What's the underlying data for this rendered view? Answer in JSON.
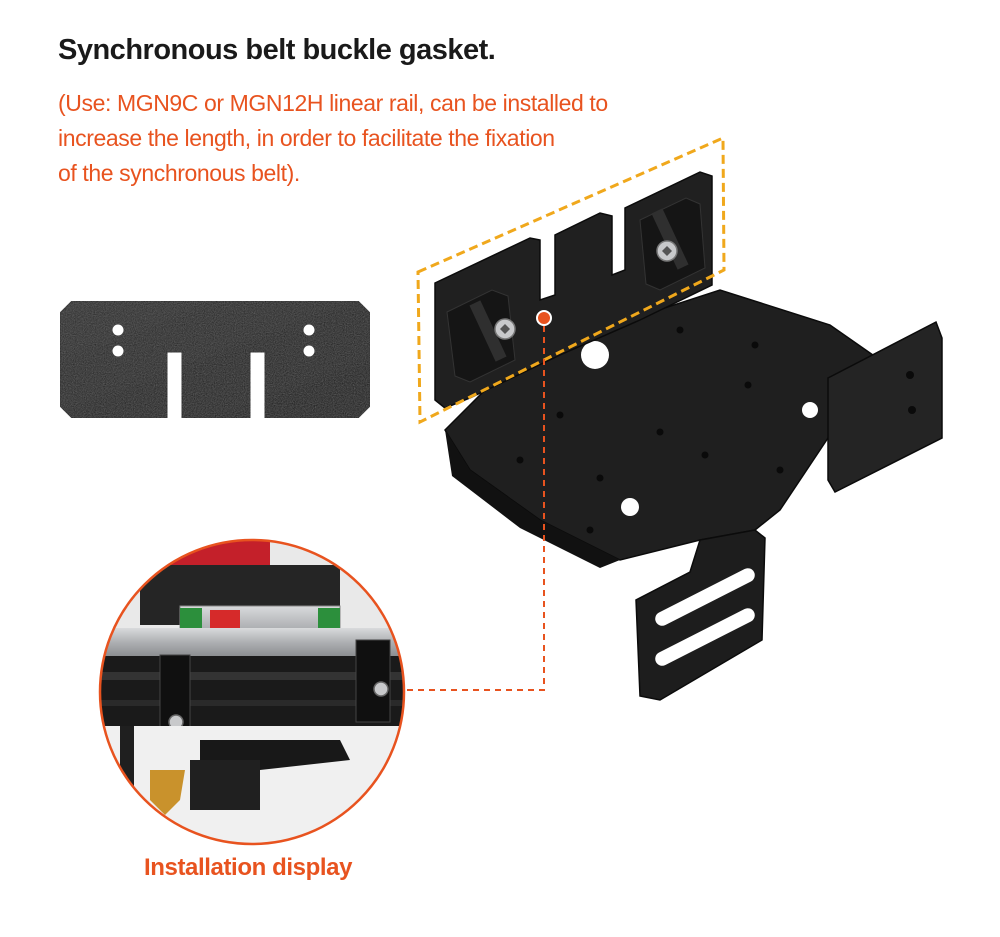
{
  "header": {
    "title": "Synchronous belt buckle gasket.",
    "subtitle_lines": [
      "(Use: MGN9C or MGN12H linear rail, can be installed to",
      "increase the length, in order to facilitate the fixation",
      "of the synchronous belt)."
    ]
  },
  "caption": {
    "label": "Installation display"
  },
  "colors": {
    "accent": "#e8531f",
    "highlight_dash": "#f0a81c",
    "metal_dark": "#1c1c1c",
    "title_text": "#1a1a1a"
  },
  "icons": {
    "gasket": "gasket-plate-image",
    "bracket": "bracket-assembly-image",
    "detail": "installation-detail-image"
  }
}
